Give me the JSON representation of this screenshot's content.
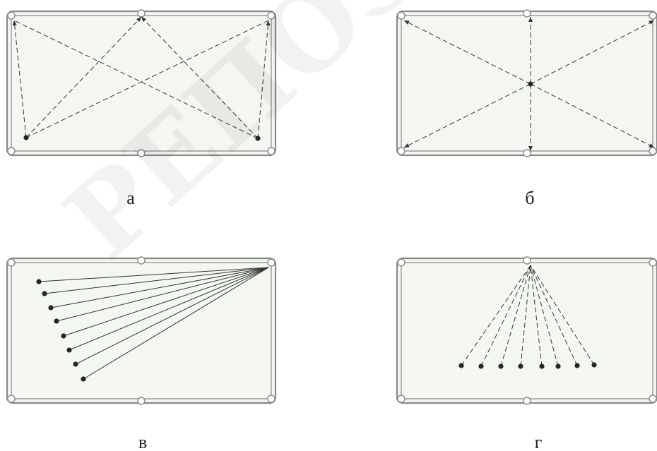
{
  "colors": {
    "table_felt": "#f4f6f1",
    "rail": "#8a8a8a",
    "ball": "#1d2b1d",
    "line": "#2c3a2c"
  },
  "captions": {
    "a": "а",
    "b": "б",
    "v": "в",
    "g": "г"
  },
  "watermark_text": "РЕПОЗИТОРИЙ БГУ"
}
